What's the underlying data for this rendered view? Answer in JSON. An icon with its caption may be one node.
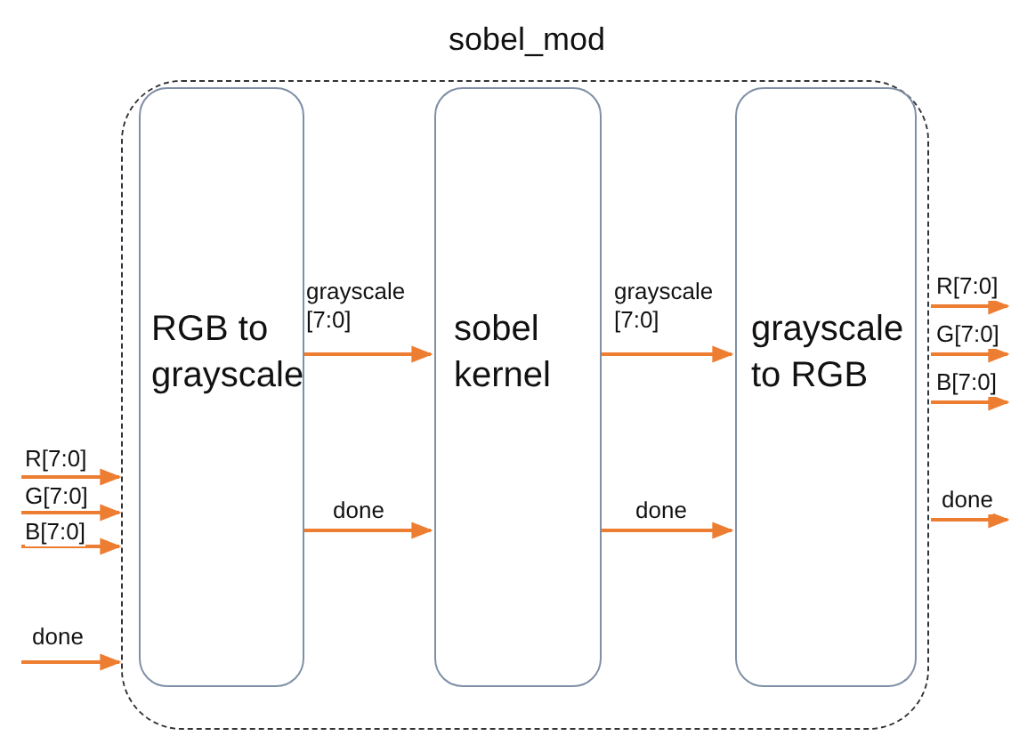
{
  "diagram": {
    "nodes": [
      {
        "text": [
          "sobel_mod"
        ]
      },
      {
        "text": [
          "RGB to grayscale"
        ],
        "in": 0
      },
      {
        "text": [
          "sobel kernel"
        ],
        "in": 0
      },
      {
        "text": [
          "grayscale to RGB"
        ],
        "in": 0
      }
    ],
    "edges": [
      {
        "from": null,
        "to": 0,
        "arrow": "to",
        "label": "R[7:0]"
      },
      {
        "from": null,
        "to": 0,
        "arrow": "to",
        "label": "G[7:0]"
      },
      {
        "from": null,
        "to": 0,
        "arrow": "to",
        "label": "B[7:0]"
      },
      {
        "from": null,
        "to": 0,
        "arrow": "to",
        "label": "done"
      },
      {
        "from": 1,
        "to": 2,
        "arrow": "to",
        "label": "grayscale [7:0]"
      },
      {
        "from": 1,
        "to": 2,
        "arrow": "to",
        "label": "done"
      },
      {
        "from": 2,
        "to": 3,
        "arrow": "to",
        "label": "grayscale [7:0]"
      },
      {
        "from": 2,
        "to": 3,
        "arrow": "to",
        "label": "done"
      },
      {
        "from": 0,
        "to": null,
        "arrow": "to",
        "label": "R[7:0]"
      },
      {
        "from": 0,
        "to": null,
        "arrow": "to",
        "label": "G[7:0]"
      },
      {
        "from": 0,
        "to": null,
        "arrow": "to",
        "label": "B[7:0]"
      },
      {
        "from": 0,
        "to": null,
        "arrow": "to",
        "label": "done"
      }
    ]
  }
}
